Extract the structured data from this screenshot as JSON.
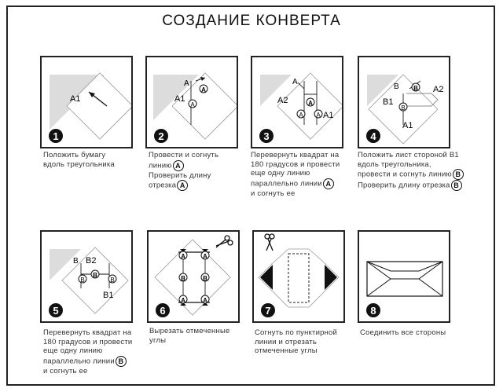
{
  "title": "СОЗДАНИЕ КОНВЕРТА",
  "steps": [
    {
      "number": "1",
      "labels": [
        "A1"
      ],
      "caption": [
        {
          "text": "Положить бумагу"
        },
        {
          "text": "вдоль треугольника"
        }
      ]
    },
    {
      "number": "2",
      "labels": [
        "A",
        "A",
        "A1",
        "A"
      ],
      "caption": [
        {
          "text": "Провести и согнуть"
        },
        {
          "text": "линию",
          "mark": "A"
        },
        {
          "text": "Проверить длину"
        },
        {
          "text": "отрезка",
          "mark": "A"
        }
      ]
    },
    {
      "number": "3",
      "labels": [
        "A",
        "A2",
        "A",
        "A",
        "A",
        "A1"
      ],
      "caption": [
        {
          "text": "Перевернуть квадрат на"
        },
        {
          "text": "180 градусов и провести"
        },
        {
          "text": "еще одну линию"
        },
        {
          "text": "параллельно линии",
          "mark": "A"
        },
        {
          "text": "и согнуть ее"
        }
      ]
    },
    {
      "number": "4",
      "labels": [
        "B",
        "B",
        "A2",
        "B1",
        "B",
        "A1"
      ],
      "caption": [
        {
          "text": "Положить лист стороной B1"
        },
        {
          "text": "вдоль треугольника,"
        },
        {
          "text": "провести и согнуть линию",
          "mark": "B"
        },
        {
          "text": "Проверить длину отрезка",
          "mark": "B"
        }
      ]
    },
    {
      "number": "5",
      "labels": [
        "B",
        "B2",
        "B",
        "B",
        "B",
        "B1"
      ],
      "caption": [
        {
          "text": "Перевернуть квадрат на"
        },
        {
          "text": "180 градусов и провести"
        },
        {
          "text": "еще одну линию"
        },
        {
          "text": "параллельно линии",
          "mark": "B"
        },
        {
          "text": "и согнуть ее"
        }
      ]
    },
    {
      "number": "6",
      "labels": [
        "A",
        "A",
        "B",
        "B",
        "A",
        "A"
      ],
      "caption": [
        {
          "text": "Вырезать отмеченные"
        },
        {
          "text": "углы"
        }
      ]
    },
    {
      "number": "7",
      "labels": [],
      "caption": [
        {
          "text": "Согнуть по пунктирной"
        },
        {
          "text": "линии и отрезать"
        },
        {
          "text": "отмеченные углы"
        }
      ]
    },
    {
      "number": "8",
      "labels": [],
      "caption": [
        {
          "text": "Соединить все стороны"
        }
      ]
    }
  ]
}
